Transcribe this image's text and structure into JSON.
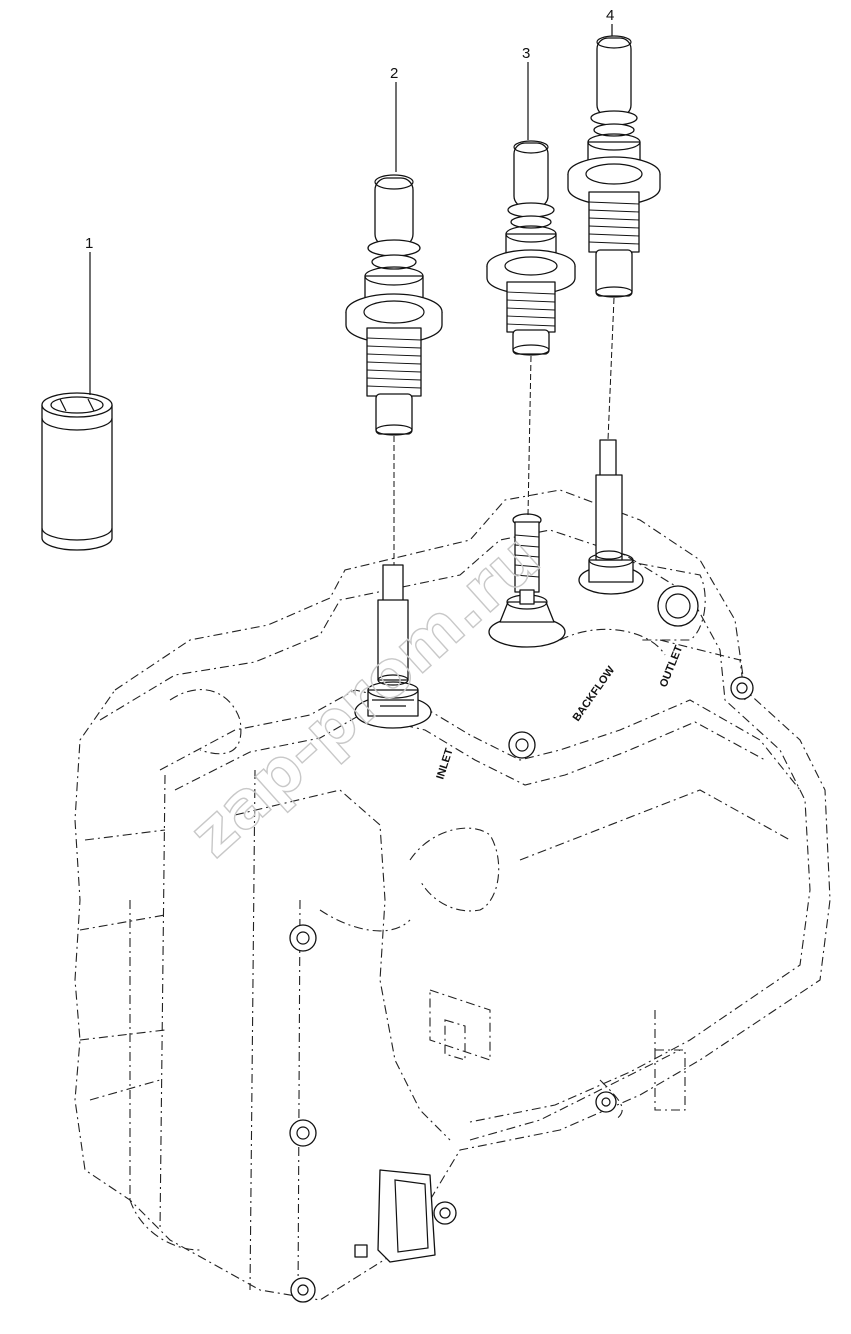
{
  "callouts": [
    {
      "label": "1"
    },
    {
      "label": "2"
    },
    {
      "label": "3"
    },
    {
      "label": "4"
    }
  ],
  "stamps": {
    "inlet": "INLET",
    "backflow": "BACKFLOW",
    "outlet": "OUTLET"
  },
  "watermark": "zap-prom.ru",
  "colors": {
    "ink": "#111111",
    "watermark": "#c8c8c8",
    "background": "#ffffff"
  }
}
